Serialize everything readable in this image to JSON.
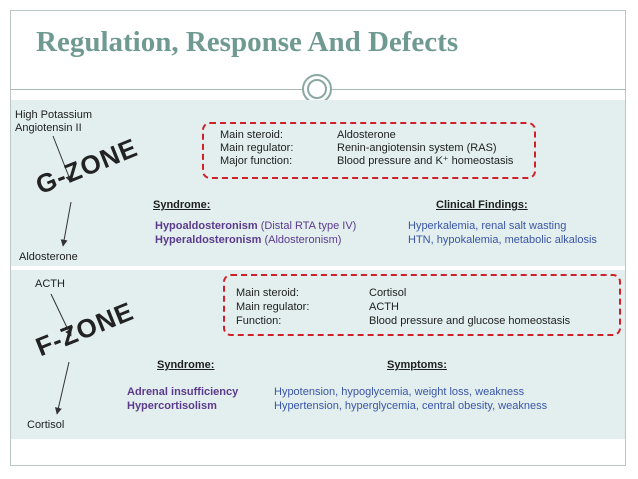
{
  "slide": {
    "title": "Regulation, Response And Defects"
  },
  "g_zone": {
    "zone_label": "G-ZONE",
    "inputs": [
      "High Potassium",
      "Angiotensin II"
    ],
    "output": "Aldosterone",
    "box": [
      {
        "label": "Main steroid:",
        "value": "Aldosterone"
      },
      {
        "label": "Main regulator:",
        "value": "Renin-angiotensin system (RAS)"
      },
      {
        "label": "Major function:",
        "value": "Blood pressure and K⁺ homeostasis"
      }
    ],
    "syndrome_header": "Syndrome:",
    "findings_header": "Clinical Findings:",
    "rows": [
      {
        "name": "Hypoaldosteronism",
        "detail": "(Distal RTA type IV)",
        "finding": "Hyperkalemia, renal salt wasting"
      },
      {
        "name": "Hyperaldosteronism",
        "detail": "(Aldosteronism)",
        "finding": "HTN, hypokalemia, metabolic alkalosis"
      }
    ]
  },
  "f_zone": {
    "zone_label": "F-ZONE",
    "input": "ACTH",
    "output": "Cortisol",
    "box": [
      {
        "label": "Main steroid:",
        "value": "Cortisol"
      },
      {
        "label": "Main regulator:",
        "value": "ACTH"
      },
      {
        "label": "Function:",
        "value": "Blood pressure and glucose homeostasis"
      }
    ],
    "syndrome_header": "Syndrome:",
    "symptoms_header": "Symptoms:",
    "rows": [
      {
        "name": "Adrenal insufficiency",
        "symptom": "Hypotension, hypoglycemia, weight loss, weakness"
      },
      {
        "name": "Hypercortisolism",
        "symptom": "Hypertension, hyperglycemia, central obesity, weakness"
      }
    ]
  },
  "colors": {
    "title": "#6f9a92",
    "panel": "#e2efee",
    "dash": "#d0202a",
    "syndrome": "#5b3a8e",
    "finding": "#3a55a8"
  }
}
